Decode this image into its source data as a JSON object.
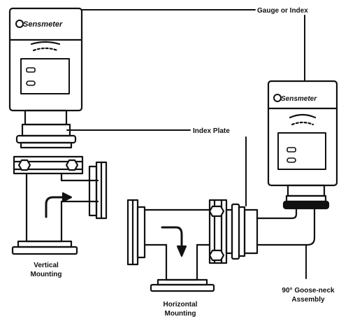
{
  "labels": {
    "gauge": "Gauge or Index",
    "index_plate": "Index Plate",
    "vertical_line1": "Vertical",
    "vertical_line2": "Mounting",
    "horizontal_line1": "Horizontal",
    "horizontal_line2": "Mounting",
    "gooseneck_line1": "90° Goose-neck",
    "gooseneck_line2": "Assembly"
  },
  "brand": {
    "left_meter": "Sensmeter",
    "right_meter": "Sensmeter"
  }
}
